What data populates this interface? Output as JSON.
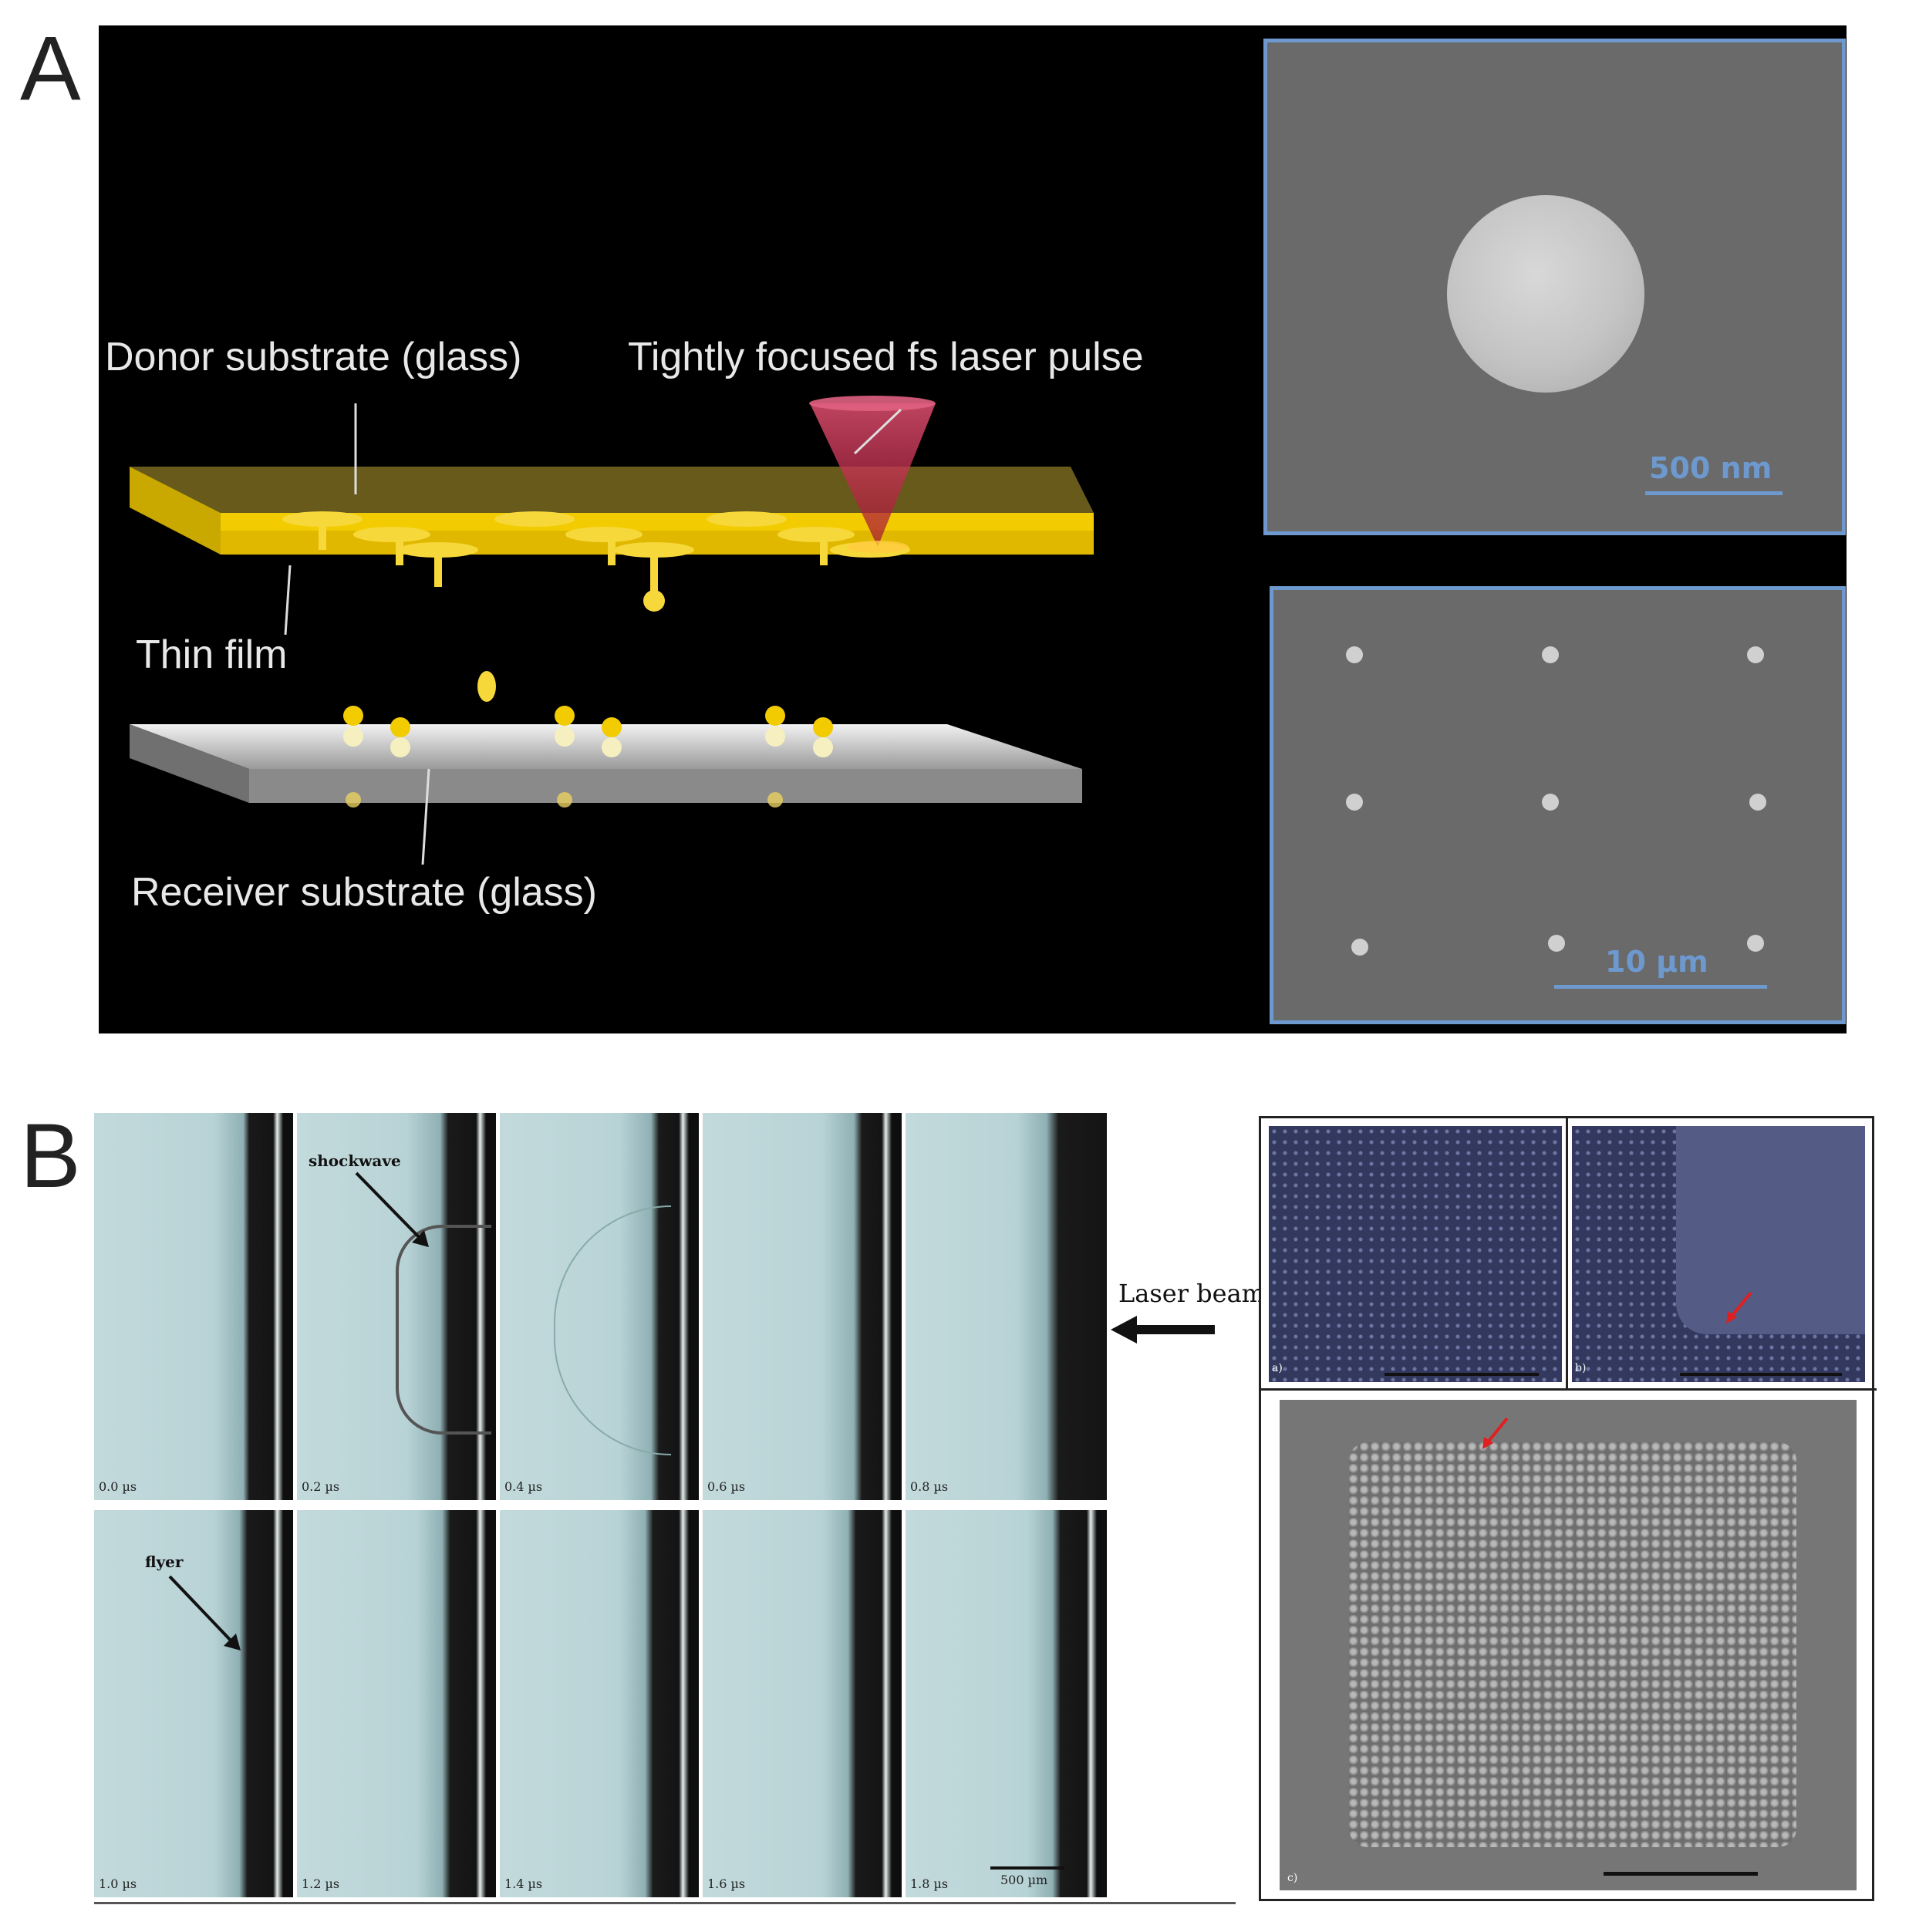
{
  "panel_a": {
    "letter": "A",
    "labels": {
      "donor": "Donor substrate (glass)",
      "laser": "Tightly focused fs  laser pulse",
      "thin_film": "Thin film",
      "receiver": "Receiver substrate (glass)"
    },
    "sem_top_scale": "500 nm",
    "sem_bottom_scale": "10 µm"
  },
  "panel_b": {
    "letter": "B",
    "shockwave_label": "shockwave",
    "flyer_label": "flyer",
    "laser_beam_label": "Laser beam",
    "scale_label": "500 µm",
    "frame_times_row1": [
      "0.0 µs",
      "0.2 µs",
      "0.4 µs",
      "0.6 µs",
      "0.8 µs"
    ],
    "frame_times_row2": [
      "1.0 µs",
      "1.2 µs",
      "1.4 µs",
      "1.6 µs",
      "1.8 µs"
    ],
    "subpanel_labels": [
      "a)",
      "b)",
      "c)"
    ]
  },
  "colors": {
    "accent_blue": "#6d99cf",
    "gold": "#f2cc00",
    "laser_red": "#c0304a"
  }
}
